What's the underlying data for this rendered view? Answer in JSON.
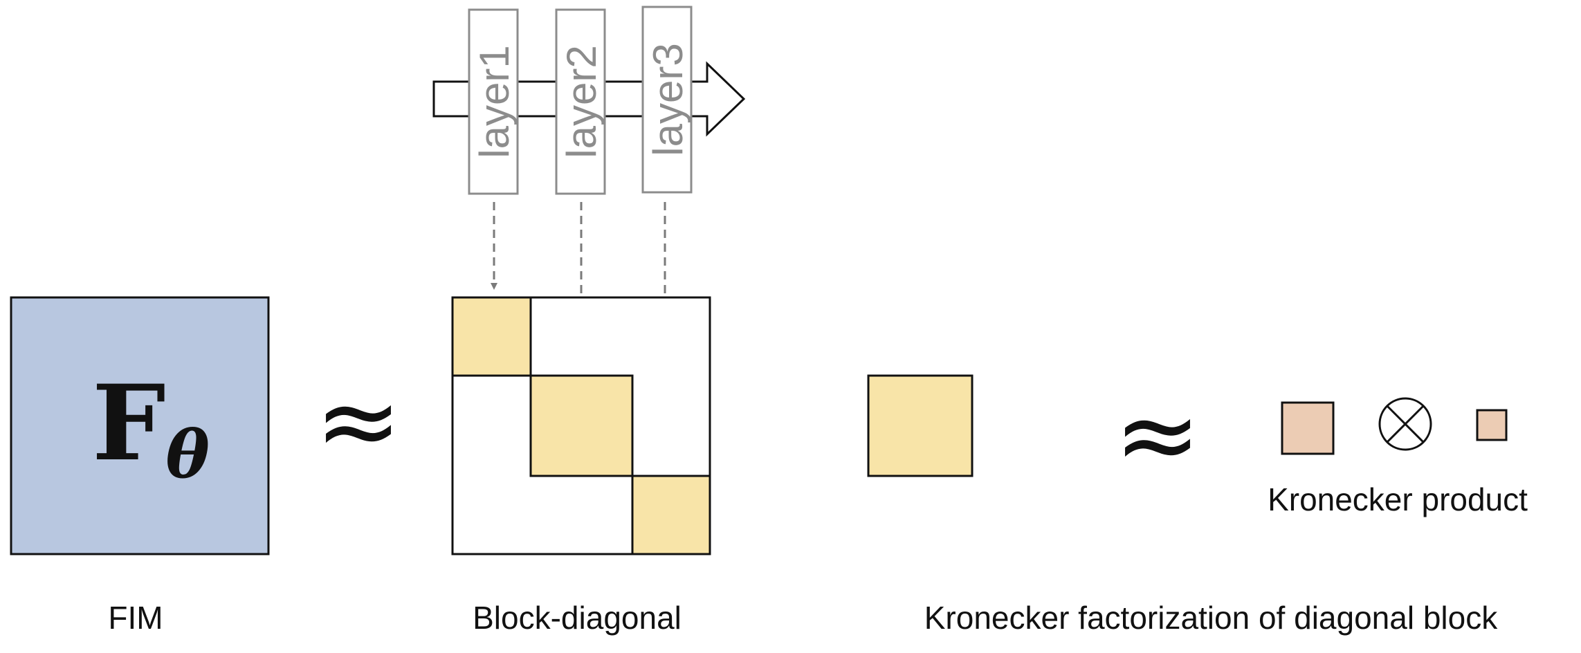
{
  "layers": [
    "layer1",
    "layer2",
    "layer3"
  ],
  "fim": {
    "symbol": "F",
    "subscript": "θ",
    "caption": "FIM",
    "fill": "#b8c7e0"
  },
  "approx_symbol": "≈",
  "block_diagonal": {
    "caption": "Block-diagonal",
    "block_fill": "#f8e4a8"
  },
  "kronecker": {
    "product_symbol": "⊗",
    "product_label": "Kronecker product",
    "factor_fill": "#ecccb4",
    "caption": "Kronecker factorization of diagonal block"
  },
  "colors": {
    "layer_stroke": "#8c8c8c",
    "arrow_dash": "#7a7a7a",
    "outline": "#111111"
  }
}
